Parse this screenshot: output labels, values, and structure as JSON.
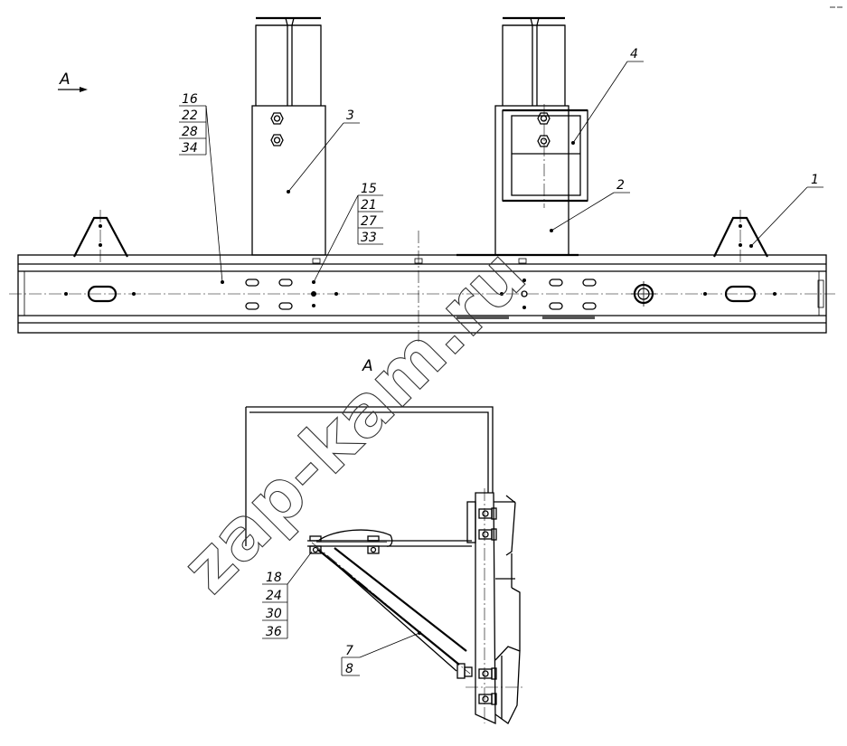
{
  "view_label": "A",
  "section_label": "A",
  "watermark": "zap-kam.ru",
  "callouts": {
    "c1": "1",
    "c2": "2",
    "c3": "3",
    "c4": "4",
    "c15": [
      "15",
      "21",
      "27",
      "33"
    ],
    "c16": [
      "16",
      "22",
      "28",
      "34"
    ],
    "c18": [
      "18",
      "24",
      "30",
      "36"
    ],
    "c7": [
      "7",
      "8"
    ]
  }
}
